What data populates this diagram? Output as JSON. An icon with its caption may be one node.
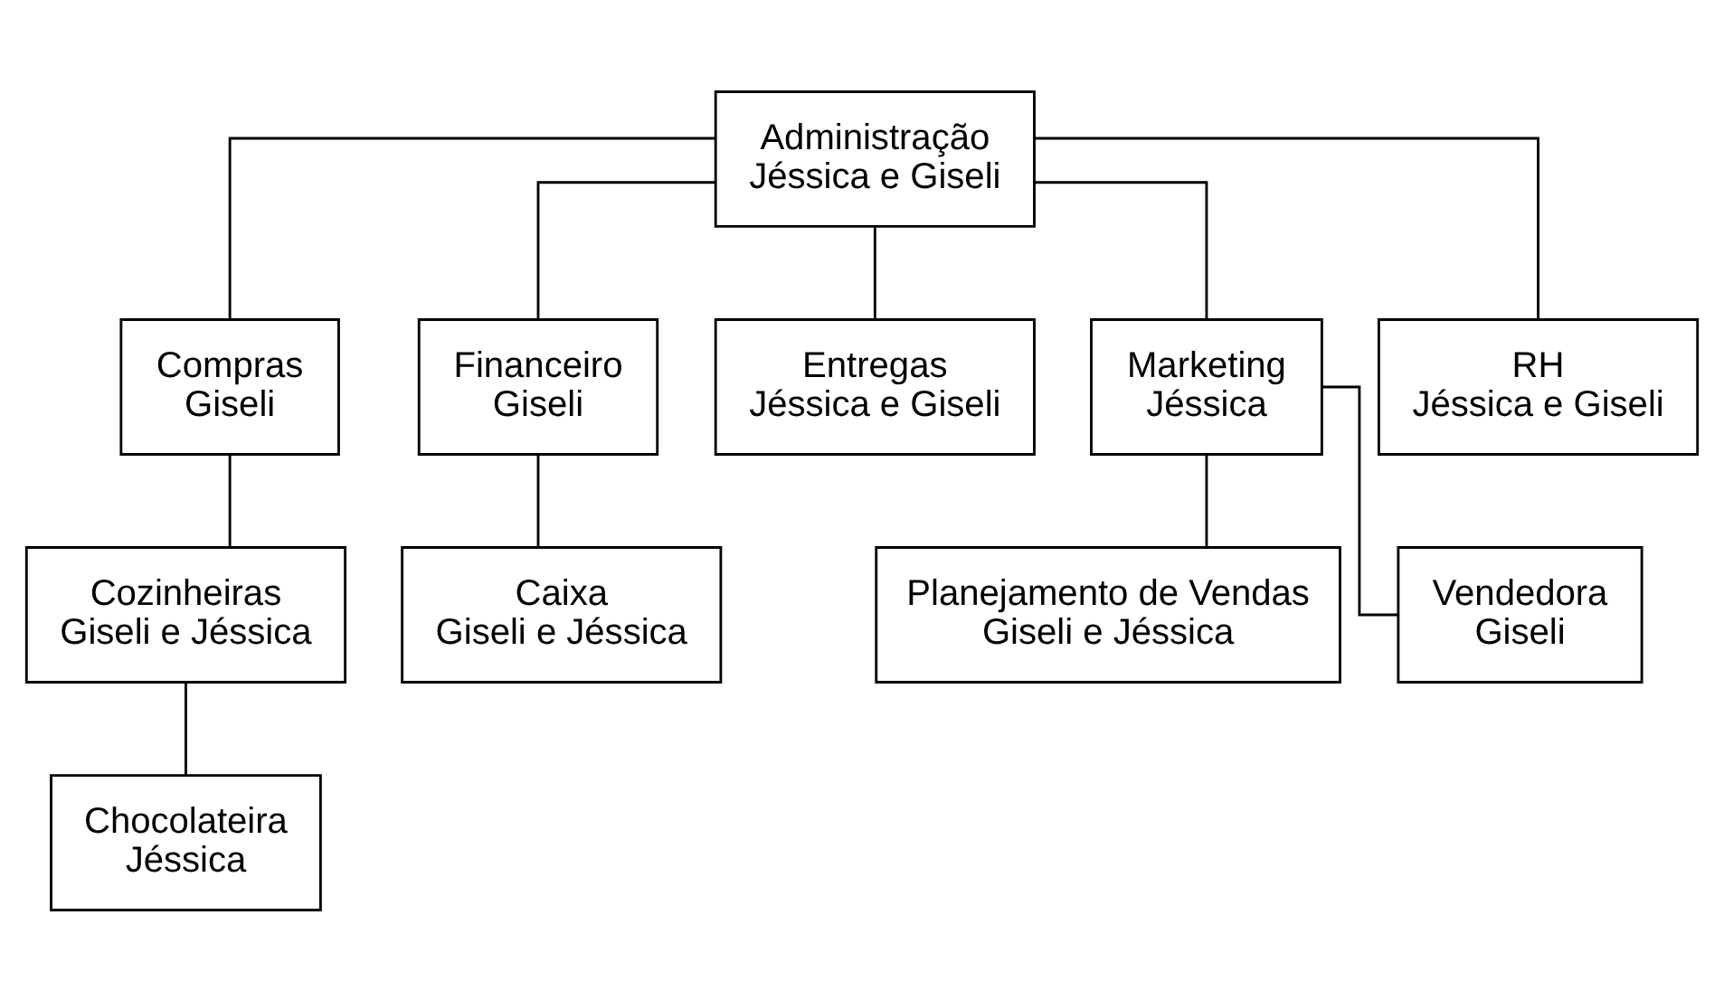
{
  "diagram": {
    "nodes": [
      {
        "text": [
          "Administração",
          "Jéssica e Giseli"
        ]
      },
      {
        "text": [
          "Compras",
          "Giseli"
        ]
      },
      {
        "text": [
          "Financeiro",
          "Giseli"
        ]
      },
      {
        "text": [
          "Entregas",
          "Jéssica e Giseli"
        ]
      },
      {
        "text": [
          "Marketing",
          "Jéssica"
        ]
      },
      {
        "text": [
          "RH",
          "Jéssica e Giseli"
        ]
      },
      {
        "text": [
          "Cozinheiras",
          "Giseli e Jéssica"
        ]
      },
      {
        "text": [
          "Caixa",
          "Giseli e Jéssica"
        ]
      },
      {
        "text": [
          "Planejamento de Vendas",
          "Giseli e Jéssica"
        ]
      },
      {
        "text": [
          "Vendedora",
          "Giseli"
        ]
      },
      {
        "text": [
          "Chocolateira",
          "Jéssica"
        ]
      }
    ],
    "edges": [
      {
        "from": 0,
        "to": 1,
        "arrow": "none"
      },
      {
        "from": 0,
        "to": 2,
        "arrow": "none"
      },
      {
        "from": 0,
        "to": 3,
        "arrow": "none"
      },
      {
        "from": 0,
        "to": 4,
        "arrow": "none"
      },
      {
        "from": 0,
        "to": 5,
        "arrow": "none"
      },
      {
        "from": 1,
        "to": 6,
        "arrow": "none"
      },
      {
        "from": 2,
        "to": 7,
        "arrow": "none"
      },
      {
        "from": 4,
        "to": 8,
        "arrow": "none"
      },
      {
        "from": 4,
        "to": 9,
        "arrow": "none"
      },
      {
        "from": 6,
        "to": 10,
        "arrow": "none"
      }
    ]
  }
}
